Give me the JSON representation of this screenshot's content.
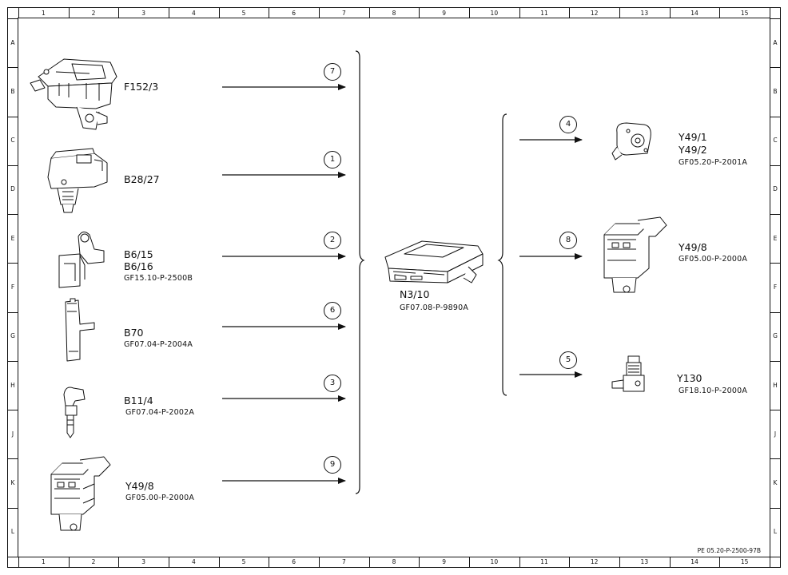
{
  "frame": {
    "columns": [
      "1",
      "2",
      "3",
      "4",
      "5",
      "6",
      "7",
      "8",
      "9",
      "10",
      "11",
      "12",
      "13",
      "14",
      "15"
    ],
    "rows": [
      "A",
      "B",
      "C",
      "D",
      "E",
      "F",
      "G",
      "H",
      "J",
      "K",
      "L"
    ],
    "doc_ref": "PE 05.20-P-2500-97B"
  },
  "inputs": [
    {
      "id": "f152",
      "code": "F152/3",
      "ref": "",
      "signal": "7"
    },
    {
      "id": "b28",
      "code": "B28/27",
      "ref": "",
      "signal": "1"
    },
    {
      "id": "b6",
      "code": "B6/15",
      "code2": "B6/16",
      "ref": "GF15.10-P-2500B",
      "signal": "2"
    },
    {
      "id": "b70",
      "code": "B70",
      "ref": "GF07.04-P-2004A",
      "signal": "6"
    },
    {
      "id": "b11",
      "code": "B11/4",
      "ref": "GF07.04-P-2002A",
      "signal": "3"
    },
    {
      "id": "y49in",
      "code": "Y49/8",
      "ref": "GF05.00-P-2000A",
      "signal": "9"
    }
  ],
  "control_unit": {
    "code": "N3/10",
    "ref": "GF07.08-P-9890A"
  },
  "outputs": [
    {
      "id": "y491",
      "code": "Y49/1",
      "code2": "Y49/2",
      "ref": "GF05.20-P-2001A",
      "signal": "4"
    },
    {
      "id": "y498",
      "code": "Y49/8",
      "ref": "GF05.00-P-2000A",
      "signal": "8"
    },
    {
      "id": "y130",
      "code": "Y130",
      "ref": "GF18.10-P-2000A",
      "signal": "5"
    }
  ]
}
